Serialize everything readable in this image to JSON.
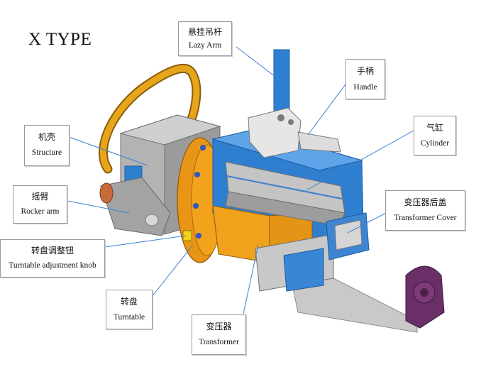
{
  "title": "X TYPE",
  "callouts": {
    "lazy_arm": {
      "zh": "悬挂吊杆",
      "en": "Lazy Arm"
    },
    "handle": {
      "zh": "手柄",
      "en": "Handle"
    },
    "cylinder": {
      "zh": "气缸",
      "en": "Cylinder"
    },
    "structure": {
      "zh": "机壳",
      "en": "Structure"
    },
    "rocker_arm": {
      "zh": "摇臂",
      "en": "Rocker arm"
    },
    "transformer_cover": {
      "zh": "变压器后盖",
      "en": "Transformer Cover"
    },
    "turntable_knob": {
      "zh": "转盘调整钮",
      "en": "Turntable adjustment knob"
    },
    "turntable": {
      "zh": "转盘",
      "en": "Turntable"
    },
    "transformer": {
      "zh": "变压器",
      "en": "Transformer"
    }
  },
  "colors": {
    "leader_line": "#3d7fd6",
    "body_grey": "#a9a9a9",
    "blue": "#2f7fd1",
    "orange": "#f3a21b",
    "gold_handle": "#d99a17",
    "purple": "#6a2f66"
  }
}
